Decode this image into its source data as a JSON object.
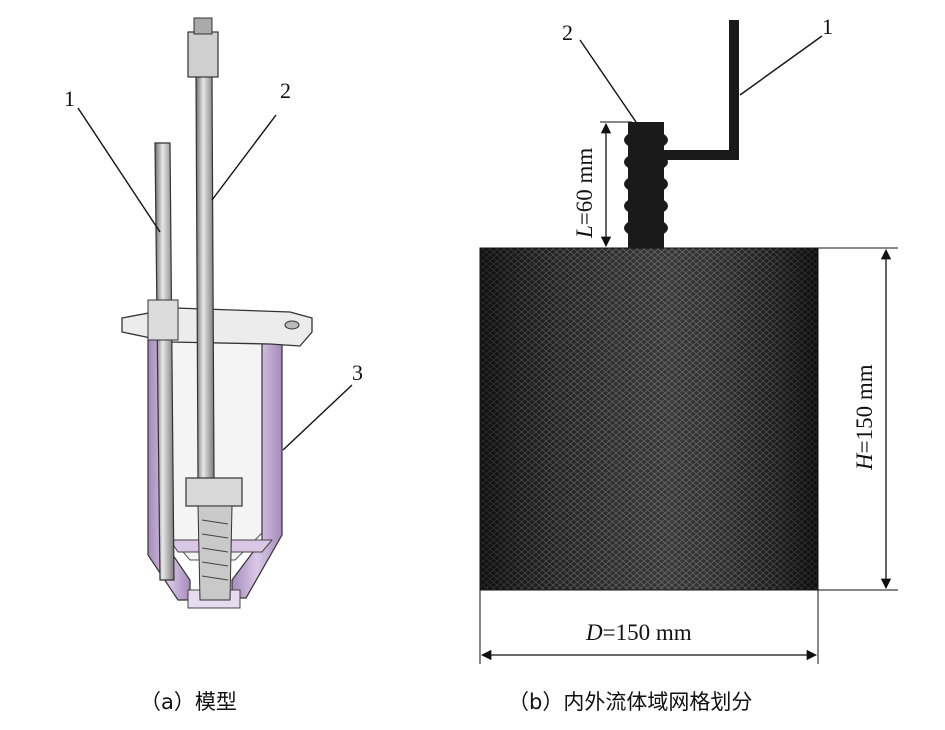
{
  "panel_a": {
    "caption": "（a）模型",
    "callouts": [
      "1",
      "2",
      "3"
    ]
  },
  "panel_b": {
    "caption": "（b）内外流体域网格划分",
    "callouts": [
      "1",
      "2"
    ],
    "dim_L": {
      "var": "L",
      "value": "=60 mm"
    },
    "dim_H": {
      "var": "H",
      "value": "=150 mm"
    },
    "dim_D": {
      "var": "D",
      "value": "=150 mm"
    }
  },
  "colors": {
    "mesh_dark": "#1e1e1e",
    "mesh_light": "#5a5a5a",
    "vessel_purple": "#c9b3d9",
    "line": "#111111"
  },
  "icons": {
    "model": "vessel-cross-section-illustration",
    "mesh": "meshed-fluid-domain"
  }
}
